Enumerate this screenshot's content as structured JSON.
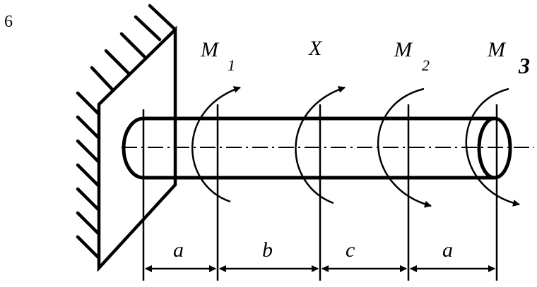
{
  "figure_number": "6",
  "moments": [
    {
      "name": "M",
      "index": "1"
    },
    {
      "name": "X",
      "index": ""
    },
    {
      "name": "M",
      "index": "2"
    },
    {
      "name": "M",
      "index": "3"
    }
  ],
  "segments": [
    "a",
    "b",
    "c",
    "a"
  ]
}
